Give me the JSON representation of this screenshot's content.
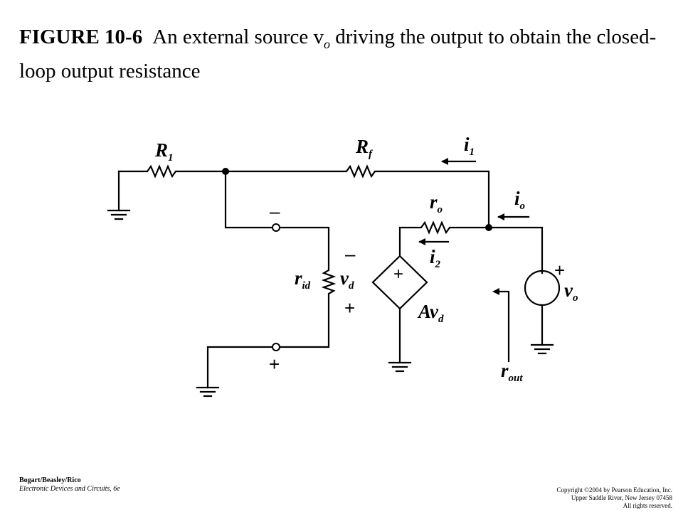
{
  "caption": {
    "figure_label": "FIGURE 10-6",
    "text_before": "An external source v",
    "text_sub": "o",
    "text_after": " driving the output to obtain the closed-loop output resistance"
  },
  "circuit": {
    "labels": {
      "r1": {
        "main": "R",
        "sub": "1"
      },
      "rf": {
        "main": "R",
        "sub": "f"
      },
      "i1": {
        "main": "i",
        "sub": "1"
      },
      "ro": {
        "main": "r",
        "sub": "o"
      },
      "io": {
        "main": "i",
        "sub": "o"
      },
      "i2": {
        "main": "i",
        "sub": "2"
      },
      "rid": {
        "main": "r",
        "sub": "id"
      },
      "vd": {
        "main": "v",
        "sub": "d"
      },
      "avd": {
        "main": "Av",
        "sub": "d"
      },
      "vo": {
        "main": "v",
        "sub": "o"
      },
      "rout": {
        "main": "r",
        "sub": "out"
      }
    },
    "signs": {
      "inv_input_minus": "–",
      "vd_minus": "–",
      "vd_plus": "+",
      "noninv_input_plus": "+",
      "dep_source_plus": "+",
      "vo_plus": "+"
    }
  },
  "footer": {
    "authors": "Bogart/Beasley/Rico",
    "book": "Electronic Devices and Circuits, 6e",
    "copyright": "Copyright ©2004 by Pearson Education, Inc.",
    "address": "Upper Saddle River, New Jersey 07458",
    "rights": "All rights reserved."
  }
}
